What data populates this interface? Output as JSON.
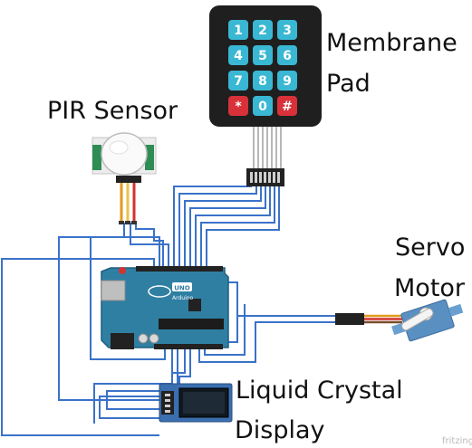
{
  "diagram": {
    "components": {
      "keypad": {
        "label_line1": "Membrane",
        "label_line2": "Pad",
        "keys": [
          "1",
          "2",
          "3",
          "4",
          "5",
          "6",
          "7",
          "8",
          "9",
          "*",
          "0",
          "#"
        ]
      },
      "pir": {
        "label": "PIR Sensor"
      },
      "servo": {
        "label_line1": "Servo",
        "label_line2": "Motor"
      },
      "lcd": {
        "label_line1": "Liquid Crystal",
        "label_line2": "Display"
      },
      "arduino": {
        "logo_text": "UNO",
        "brand_text": "Arduino"
      }
    },
    "watermark": "fritzing"
  },
  "colors": {
    "wire": "#3a72c9",
    "board": "#2f7fa3",
    "keypad_body": "#1f1f1f",
    "key_blue": "#39b7d3",
    "key_red": "#d8313a",
    "pir_body": "#f2f2f2",
    "lcd_board": "#3a6fb0",
    "servo_body": "#5a8fc2"
  }
}
